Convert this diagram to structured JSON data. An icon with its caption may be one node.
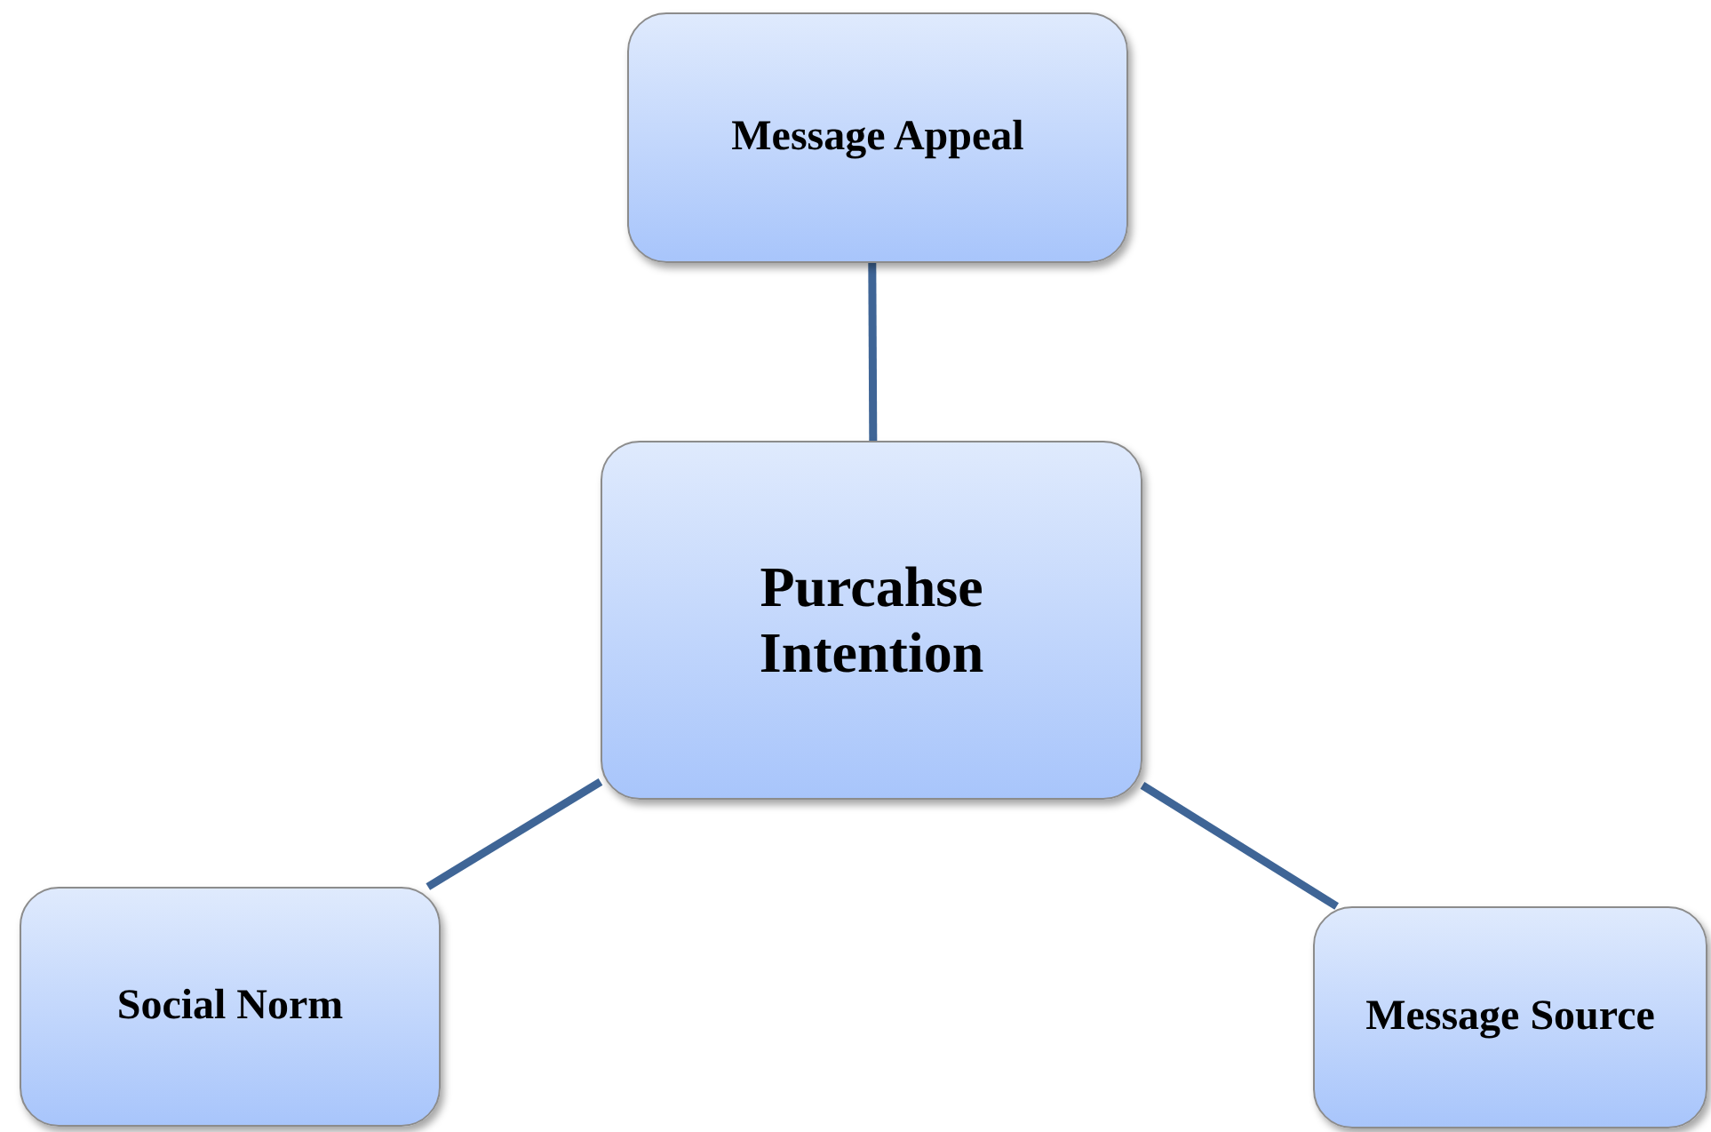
{
  "diagram": {
    "nodes": [
      {
        "text": [
          "Purcahse Intention"
        ]
      },
      {
        "text": [
          "Message Appeal"
        ]
      },
      {
        "text": [
          "Social Norm"
        ]
      },
      {
        "text": [
          "Message Source"
        ]
      }
    ],
    "edges": [
      {
        "from": 0,
        "to": 1,
        "arrow": "none"
      },
      {
        "from": 0,
        "to": 2,
        "arrow": "none"
      },
      {
        "from": 0,
        "to": 3,
        "arrow": "none"
      }
    ]
  }
}
